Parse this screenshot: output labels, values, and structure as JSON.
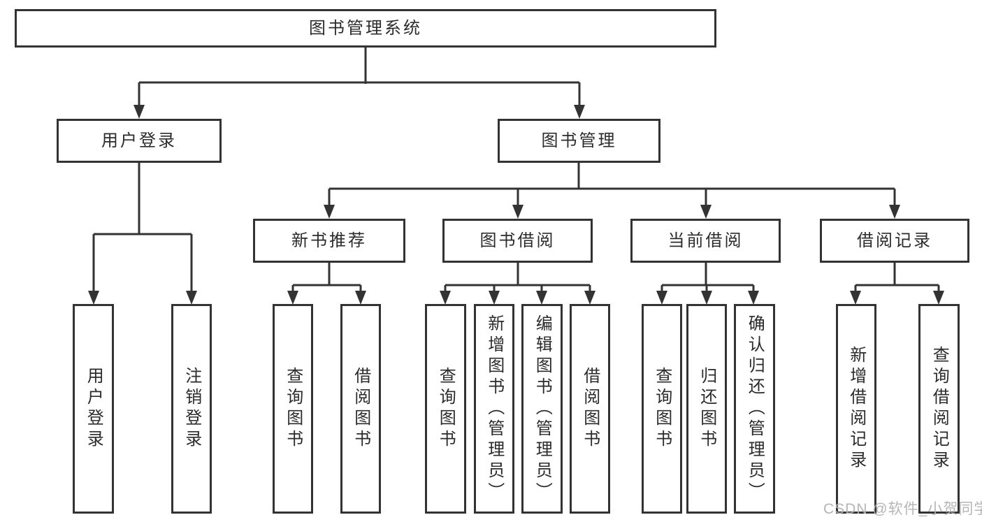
{
  "diagram": {
    "title": "图书管理系统",
    "level2": [
      {
        "label": "用户登录"
      },
      {
        "label": "图书管理"
      }
    ],
    "level3": [
      {
        "label": "新书推荐",
        "parent": "图书管理"
      },
      {
        "label": "图书借阅",
        "parent": "图书管理"
      },
      {
        "label": "当前借阅",
        "parent": "图书管理"
      },
      {
        "label": "借阅记录",
        "parent": "图书管理"
      }
    ],
    "leaves": [
      {
        "label": "用户登录",
        "parent": "用户登录"
      },
      {
        "label": "注销登录",
        "parent": "用户登录"
      },
      {
        "label": "查询图书",
        "parent": "新书推荐"
      },
      {
        "label": "借阅图书",
        "parent": "新书推荐"
      },
      {
        "label": "查询图书",
        "parent": "图书借阅"
      },
      {
        "label": "新增图书（管理员）",
        "parent": "图书借阅"
      },
      {
        "label": "编辑图书（管理员）",
        "parent": "图书借阅"
      },
      {
        "label": "借阅图书",
        "parent": "图书借阅"
      },
      {
        "label": "查询图书",
        "parent": "当前借阅"
      },
      {
        "label": "归还图书",
        "parent": "当前借阅"
      },
      {
        "label": "确认归还（管理员）",
        "parent": "当前借阅"
      },
      {
        "label": "新增借阅记录",
        "parent": "借阅记录"
      },
      {
        "label": "查询借阅记录",
        "parent": "借阅记录"
      }
    ]
  },
  "watermark": "CSDN @软件_小贺同学",
  "colors": {
    "line": "#333333",
    "text": "#2b2b2b",
    "watermark": "#b2b2b2",
    "background": "#ffffff"
  }
}
